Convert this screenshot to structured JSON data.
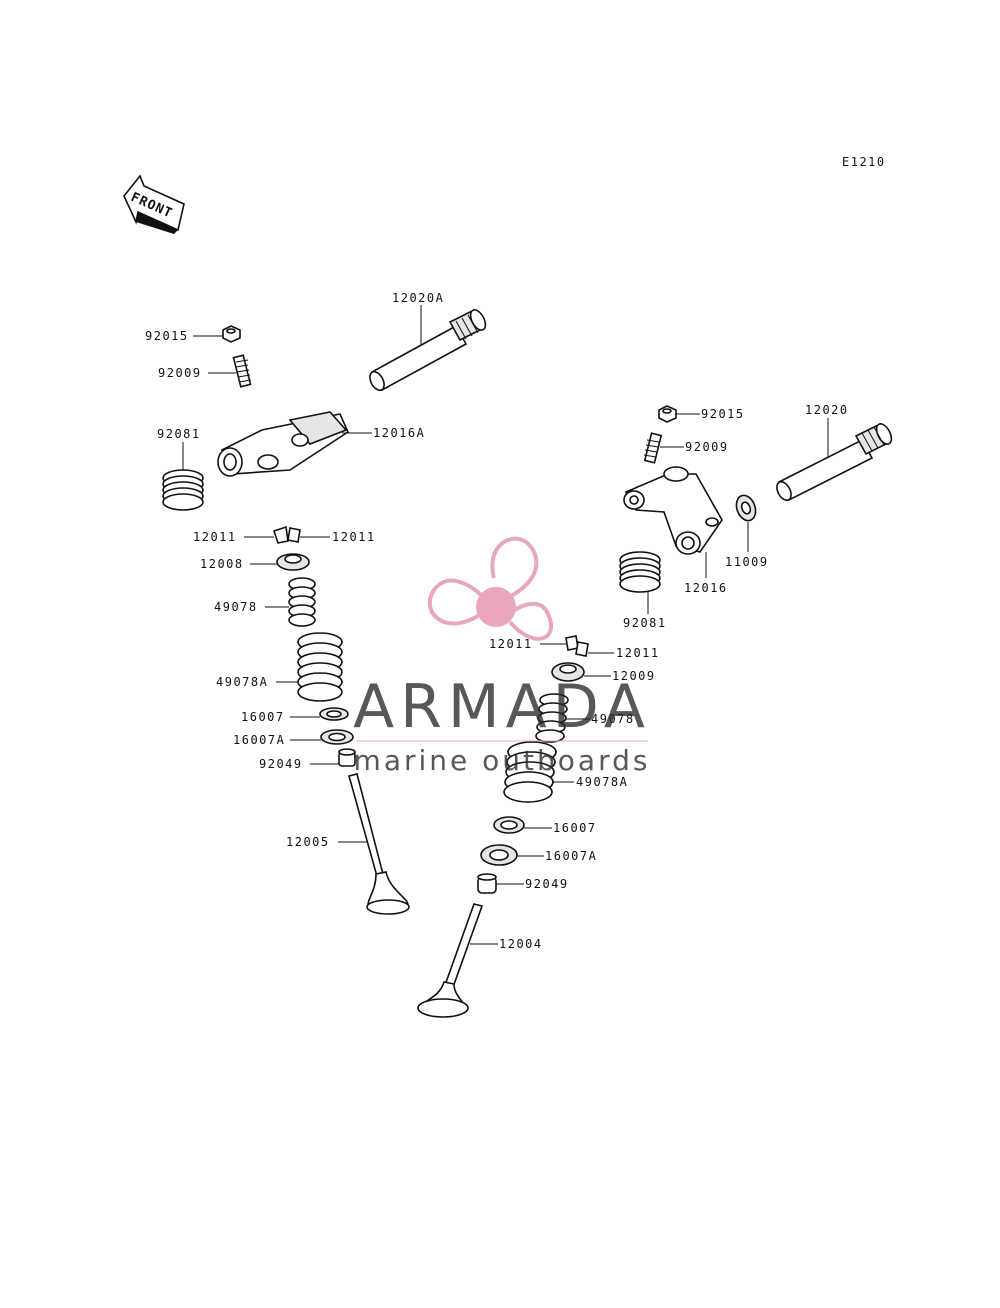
{
  "diagram_code": "E1210",
  "direction_label": "FRONT",
  "watermark": {
    "brand": "ARMADA",
    "tagline": "marine outboards",
    "logo": "propeller-logo",
    "logo_color": "#e8a6bf"
  },
  "labels": {
    "intake_92015": "92015",
    "intake_92009": "92009",
    "intake_12020A": "12020A",
    "intake_92081": "92081",
    "intake_12016A": "12016A",
    "intake_12011_left": "12011",
    "intake_12011_right": "12011",
    "intake_12008": "12008",
    "intake_49078": "49078",
    "intake_49078A": "49078A",
    "intake_16007": "16007",
    "intake_16007A": "16007A",
    "intake_92049": "92049",
    "intake_12005": "12005",
    "exhaust_92015": "92015",
    "exhaust_92009": "92009",
    "exhaust_12020": "12020",
    "exhaust_11009": "11009",
    "exhaust_12016": "12016",
    "exhaust_92081": "92081",
    "exhaust_12011_left": "12011",
    "exhaust_12011_right": "12011",
    "exhaust_12009": "12009",
    "exhaust_49078": "49078",
    "exhaust_49078A": "49078A",
    "exhaust_16007": "16007",
    "exhaust_16007A": "16007A",
    "exhaust_92049": "92049",
    "exhaust_12004": "12004"
  }
}
